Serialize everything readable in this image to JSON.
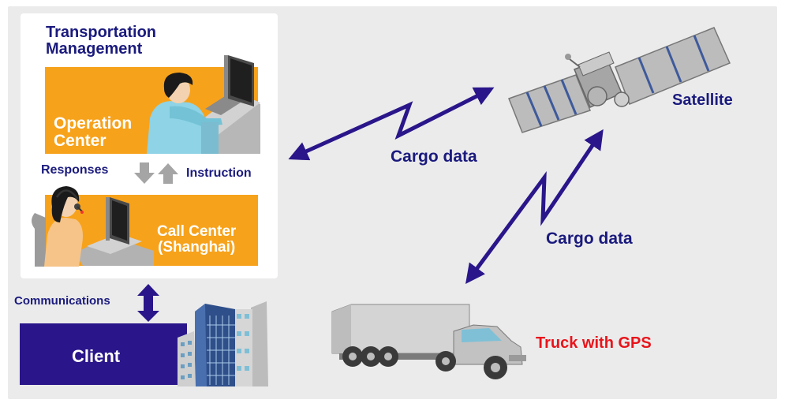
{
  "title": {
    "line1": "Transportation",
    "line2": "Management"
  },
  "operation_center": {
    "line1": "Operation",
    "line2": "Center"
  },
  "call_center": {
    "line1": "Call Center",
    "line2": "(Shanghai)"
  },
  "responses": "Responses",
  "instruction": "Instruction",
  "communications": "Communications",
  "client": "Client",
  "cargo_data_1": "Cargo data",
  "cargo_data_2": "Cargo data",
  "satellite": "Satellite",
  "truck": "Truck with GPS",
  "colors": {
    "orange_box": "#f7a21b",
    "client_box": "#2a168a",
    "label_navy": "#1a1a7e",
    "truck_label": "#e8141b",
    "background": "#ebebeb"
  },
  "icons": [
    "operator-at-desk-icon",
    "call-center-agent-icon",
    "office-building-icon",
    "satellite-icon",
    "truck-icon",
    "lightning-arrow-icon"
  ]
}
